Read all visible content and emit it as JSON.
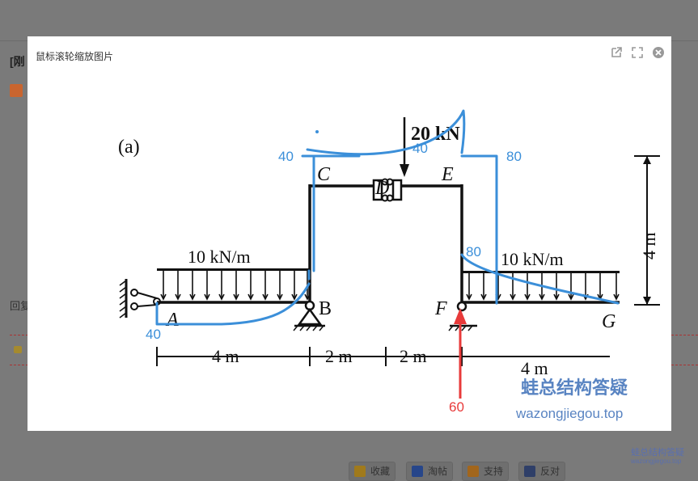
{
  "page": {
    "title_fragment": "[刚",
    "reply_fragment": "回复",
    "buttons": [
      {
        "label": "收藏",
        "icon": "star-icon"
      },
      {
        "label": "淘帖",
        "icon": "bookmark-icon"
      },
      {
        "label": "支持",
        "icon": "thumbs-up-icon"
      },
      {
        "label": "反对",
        "icon": "thumbs-down-icon"
      }
    ],
    "watermark_line1": "蛙总结构答疑",
    "watermark_line2": "wazongjiegou.top"
  },
  "modal": {
    "title": "鼠标滚轮缩放图片",
    "icons": [
      "open-external-icon",
      "fullscreen-icon",
      "close-icon"
    ]
  },
  "diagram": {
    "figure_label": "(a)",
    "point_load": "20 kN",
    "left_udl": "10 kN/m",
    "right_udl": "10 kN/m",
    "height_dim": "4 m",
    "span_dims": [
      "4 m",
      "2 m",
      "2 m",
      "4 m"
    ],
    "nodes": {
      "A": "A",
      "B": "B",
      "C": "C",
      "D": "D",
      "E": "E",
      "F": "F",
      "G": "G"
    },
    "moment_values": {
      "at_A": "40",
      "at_C": "40",
      "at_D": "40",
      "at_E": "80",
      "at_F_top": "80"
    },
    "reaction_value": "60",
    "watermark_cn": "蛙总结构答疑",
    "watermark_url": "wazongjiegou.top",
    "colors": {
      "moment": "#3b8fd9",
      "reaction": "#e83a3a",
      "structure": "#111111",
      "watermark": "#3d6fb8"
    }
  }
}
